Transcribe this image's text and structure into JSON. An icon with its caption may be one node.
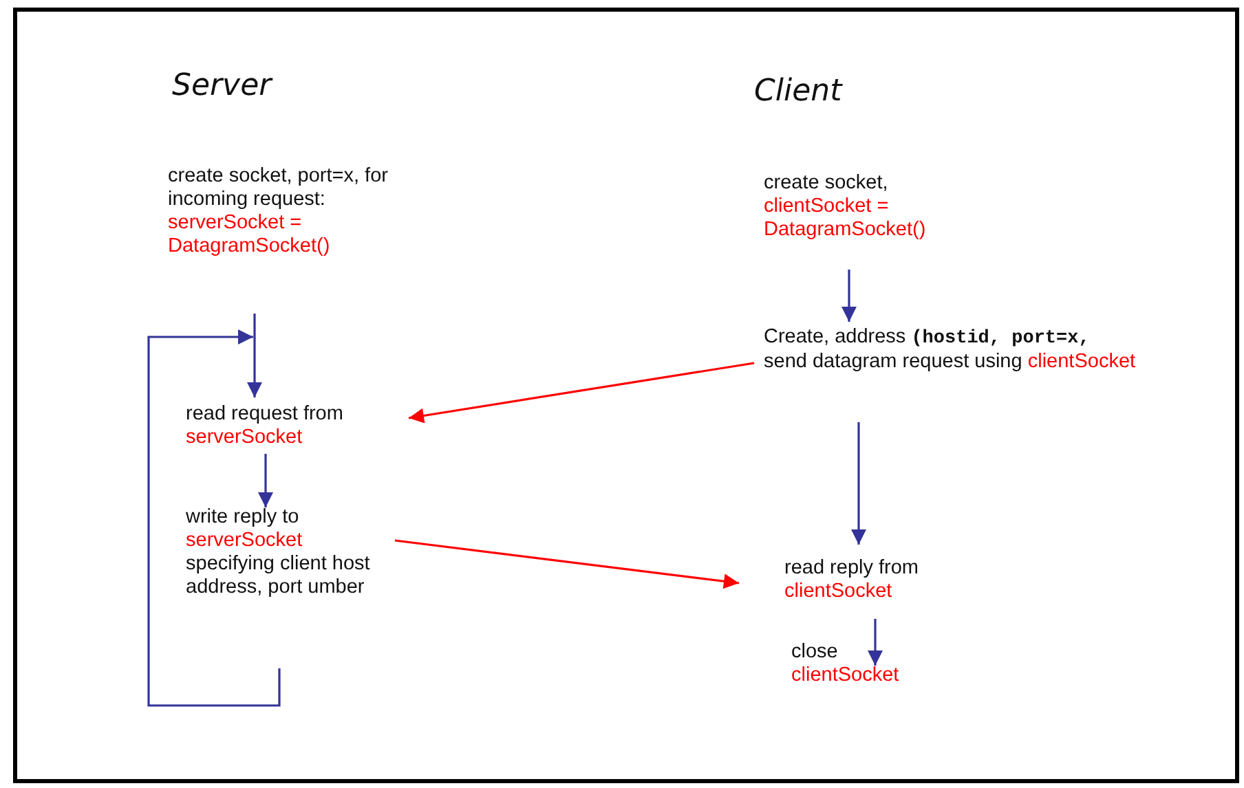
{
  "diagram": {
    "nodes": [
      {
        "text": [
          "create socket, port=x, for incoming request:",
          "serverSocket = DatagramSocket()"
        ]
      },
      {
        "text": [
          "read request from",
          "serverSocket"
        ]
      },
      {
        "text": [
          "write reply to",
          "serverSocket",
          "specifying client host address, port umber"
        ]
      },
      {
        "text": [
          "create socket,",
          "clientSocket = DatagramSocket()"
        ]
      },
      {
        "text": [
          "Create, address",
          "(hostid, port=x,",
          "send datagram request using",
          "clientSocket"
        ]
      },
      {
        "text": [
          "read reply from",
          "clientSocket"
        ]
      },
      {
        "text": [
          "close",
          "clientSocket"
        ]
      }
    ],
    "edges": [
      {
        "from": 0,
        "to": 1,
        "arrow": "to"
      },
      {
        "from": 1,
        "to": 2,
        "arrow": "to"
      },
      {
        "from": 2,
        "to": 1,
        "arrow": "to"
      },
      {
        "from": 3,
        "to": 4,
        "arrow": "to"
      },
      {
        "from": 4,
        "to": 5,
        "arrow": "to"
      },
      {
        "from": 5,
        "to": 6,
        "arrow": "to"
      },
      {
        "from": 4,
        "to": 1,
        "arrow": "to",
        "color": "#ff0000"
      },
      {
        "from": 2,
        "to": 5,
        "arrow": "to",
        "color": "#ff0000"
      }
    ],
    "labels": [
      "Server",
      "Client"
    ]
  }
}
